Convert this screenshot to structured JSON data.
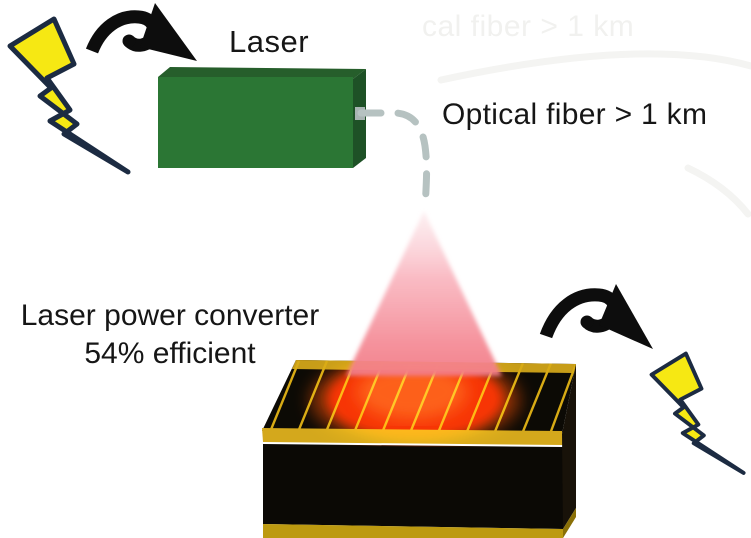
{
  "diagram": {
    "title_context": "Laser power beaming over optical fiber diagram",
    "labels": {
      "laser": "Laser",
      "optical_fiber": "Optical fiber > 1 km",
      "converter_line1": "Laser power converter",
      "converter_line2": "54% efficient",
      "ghost_text": "cal fiber > 1 km"
    },
    "icons": {
      "left_bolt": "lightning-bolt",
      "right_bolt": "lightning-bolt",
      "input_arrow": "curved-arrow",
      "output_arrow": "curved-arrow"
    },
    "colors": {
      "background": "#ffffff",
      "bolt_yellow": "#f6e813",
      "bolt_outline": "#1c2b42",
      "arrow_black": "#0d0d0d",
      "laser_green_front": "#2b7634",
      "laser_green_top": "#265e2b",
      "laser_green_side": "#1e5126",
      "fiber_dash_gray": "#b6c2c1",
      "beam_pink": "#f6929e",
      "beam_hot_red": "#fe2e04",
      "device_black": "#0c0a05",
      "device_gold": "#c79d18",
      "text_black": "#161616",
      "ghost_gray": "#f1f1ef"
    }
  }
}
